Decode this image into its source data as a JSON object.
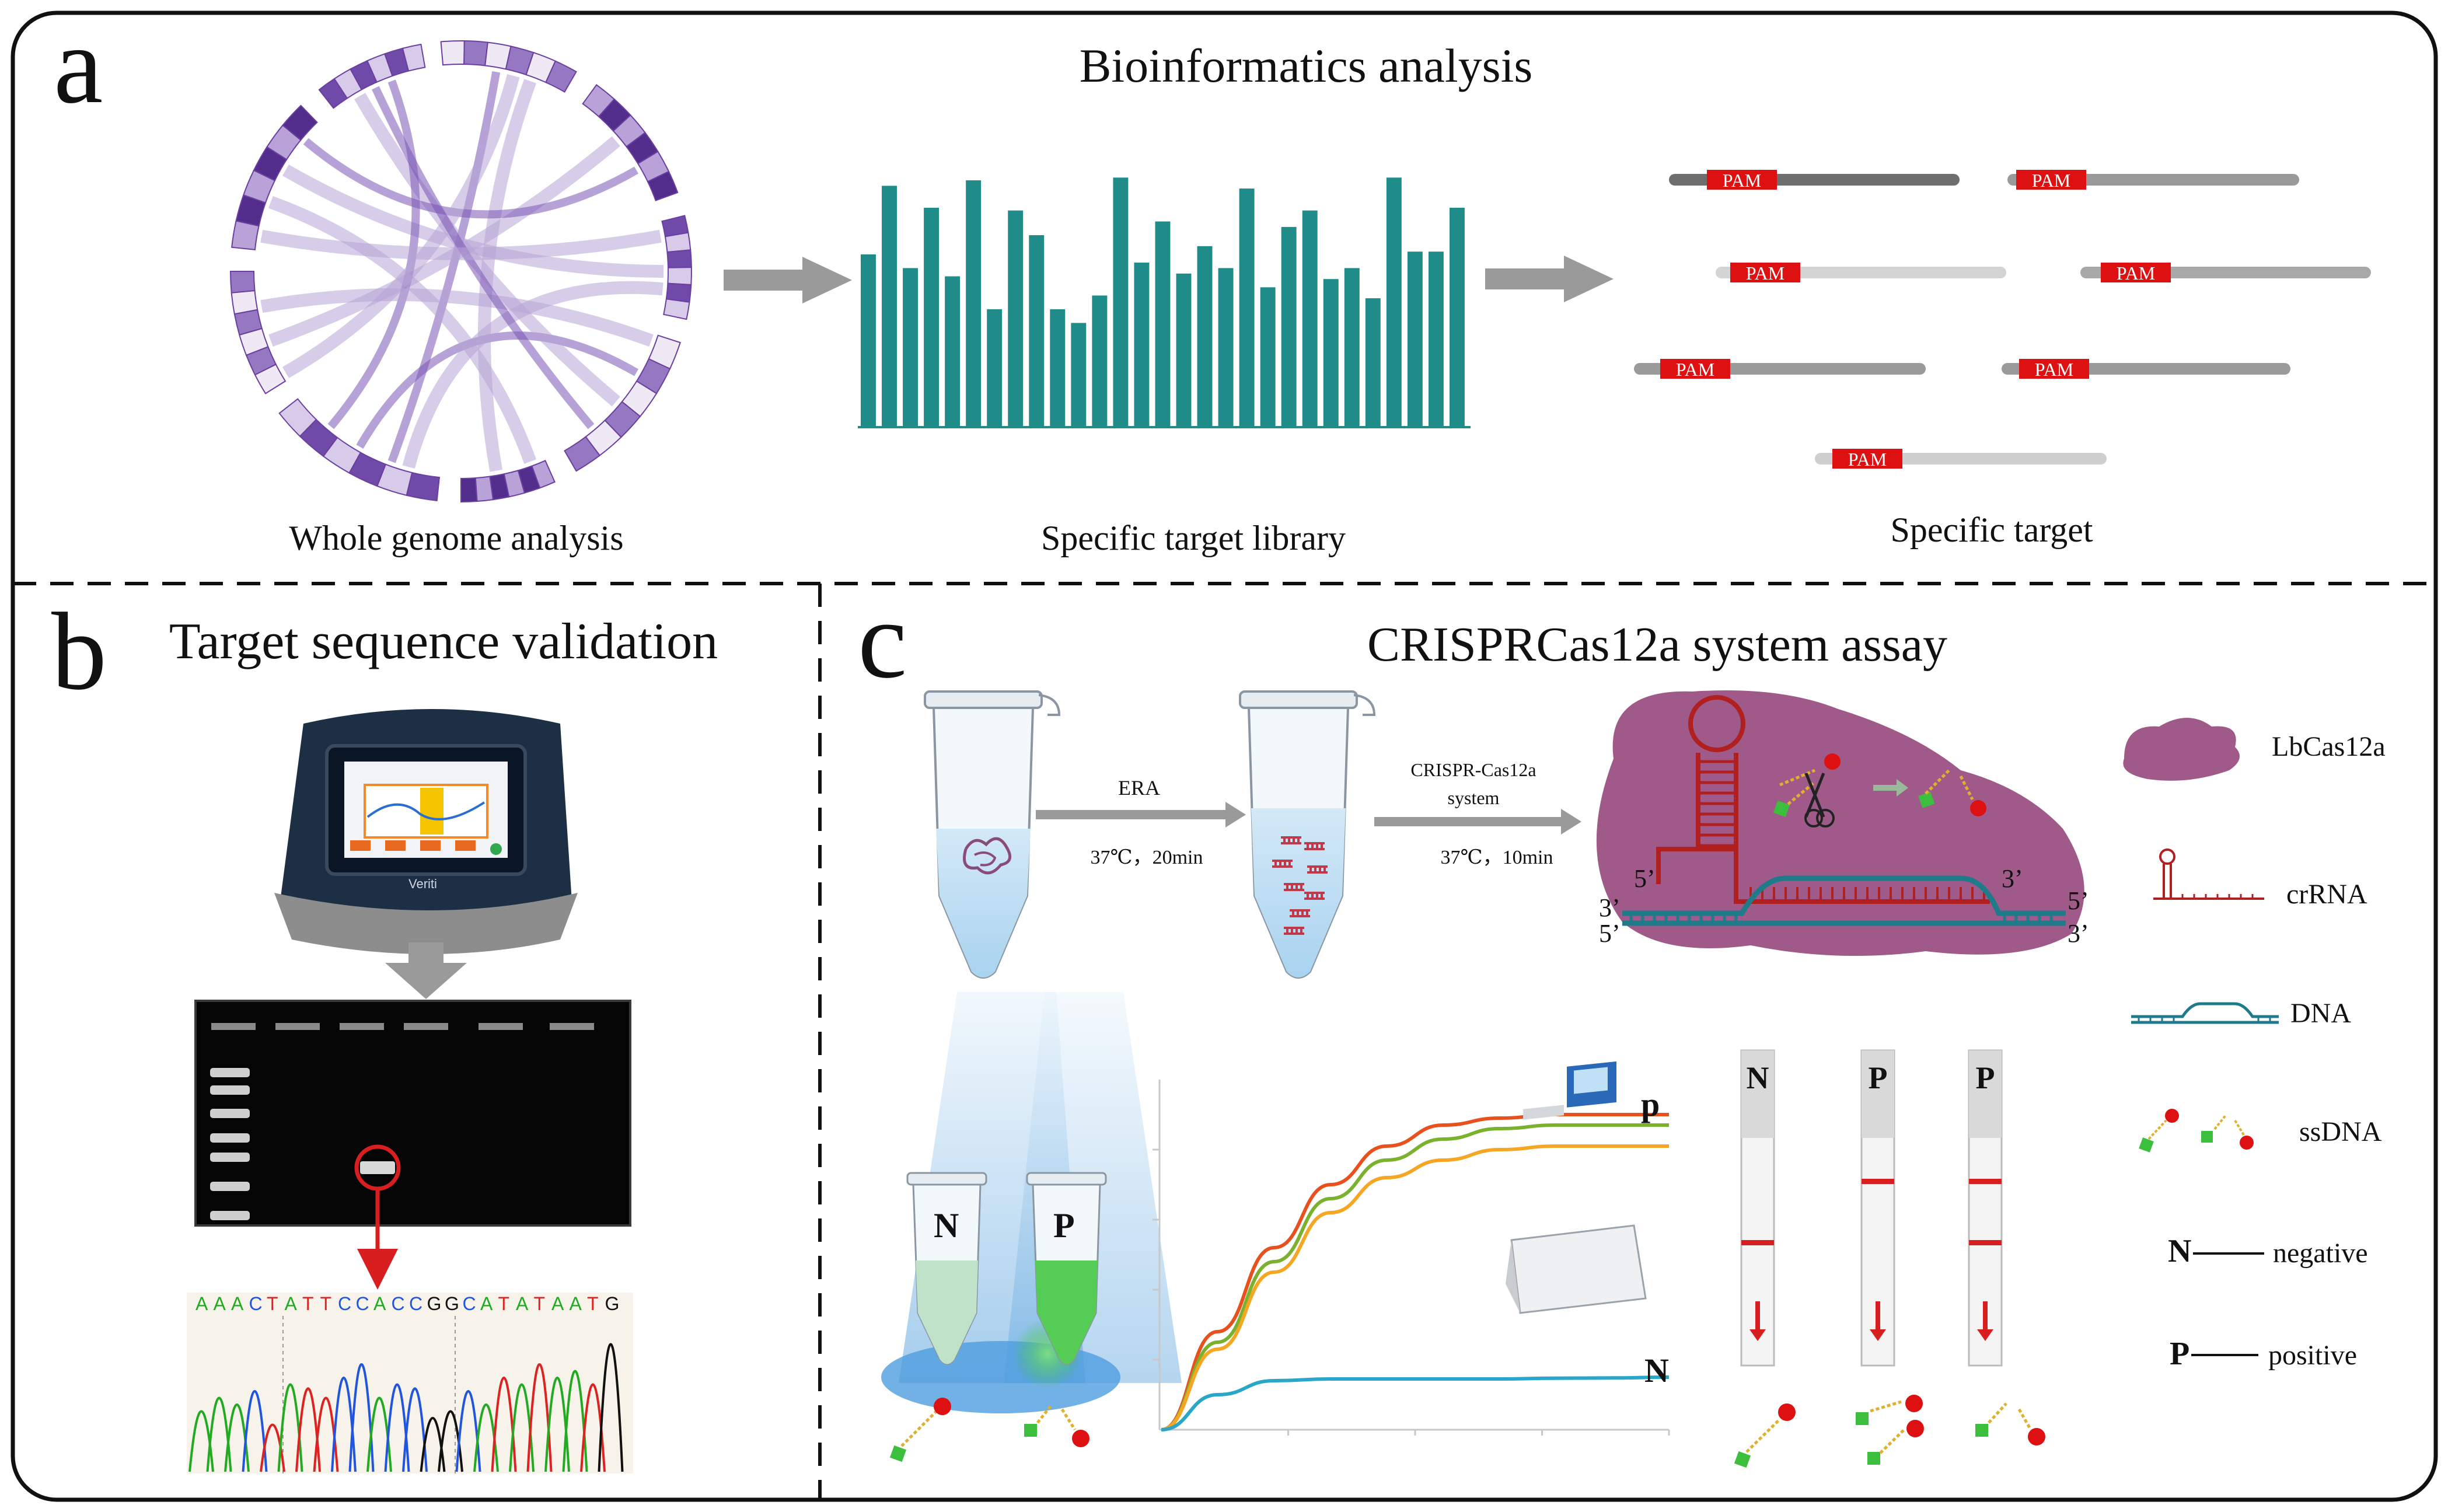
{
  "panel_a": {
    "letter": "a",
    "title": "Bioinformatics analysis",
    "captions": [
      "Whole genome analysis",
      "Specific target library",
      "Specific target"
    ],
    "pam_label": "PAM",
    "library_bars": [
      63,
      88,
      58,
      80,
      55,
      90,
      43,
      79,
      70,
      43,
      38,
      48,
      91,
      60,
      75,
      56,
      66,
      58,
      87,
      51,
      73,
      79,
      54,
      58,
      47,
      91,
      64,
      64,
      80
    ],
    "colors": {
      "teal": "#1f8c8a",
      "purple": "#6a3fa0",
      "red": "#dd1111",
      "gray": "#9a9a9a"
    }
  },
  "panel_b": {
    "letter": "b",
    "title": "Target sequence validation",
    "device_label": "Veriti",
    "sequence": "AAACTATTCCACCGGCATATAATG",
    "base_colors": {
      "A": "#22aa22",
      "C": "#2255dd",
      "G": "#111111",
      "T": "#dd2222"
    }
  },
  "panel_c": {
    "letter": "c",
    "title": "CRISPRCas12a system assay",
    "step1": {
      "label": "ERA",
      "condition": "37℃，20min"
    },
    "step2": {
      "label_line1": "CRISPR-Cas12a",
      "label_line2": "system",
      "condition": "37℃，10min"
    },
    "ends": {
      "five": "5’",
      "three": "3’"
    },
    "tubes": {
      "negative": "N",
      "positive": "P"
    },
    "curve_labels": {
      "positive": "p",
      "negative": "N"
    },
    "strips": [
      "N",
      "P",
      "P"
    ],
    "legend": {
      "cas": "LbCas12a",
      "crrna": "crRNA",
      "dna": "DNA",
      "ssdna": "ssDNA",
      "neg_key": "N",
      "neg_text": "negative",
      "pos_key": "P",
      "pos_text": "positive"
    },
    "chart_data": {
      "type": "line",
      "title": "",
      "xlabel": "",
      "ylabel": "",
      "series": [
        {
          "name": "p",
          "color": "#e8501e",
          "values": [
            0,
            0.28,
            0.52,
            0.7,
            0.81,
            0.87,
            0.89,
            0.9,
            0.9,
            0.9
          ]
        },
        {
          "color": "#7ab22e",
          "values": [
            0,
            0.25,
            0.48,
            0.66,
            0.77,
            0.83,
            0.86,
            0.87,
            0.87,
            0.87
          ]
        },
        {
          "color": "#f5a623",
          "values": [
            0,
            0.23,
            0.45,
            0.62,
            0.72,
            0.77,
            0.8,
            0.81,
            0.81,
            0.81
          ]
        },
        {
          "name": "N",
          "color": "#2aa6c8",
          "values": [
            0,
            0.1,
            0.14,
            0.145,
            0.145,
            0.145,
            0.145,
            0.147,
            0.148,
            0.15
          ]
        }
      ]
    }
  }
}
